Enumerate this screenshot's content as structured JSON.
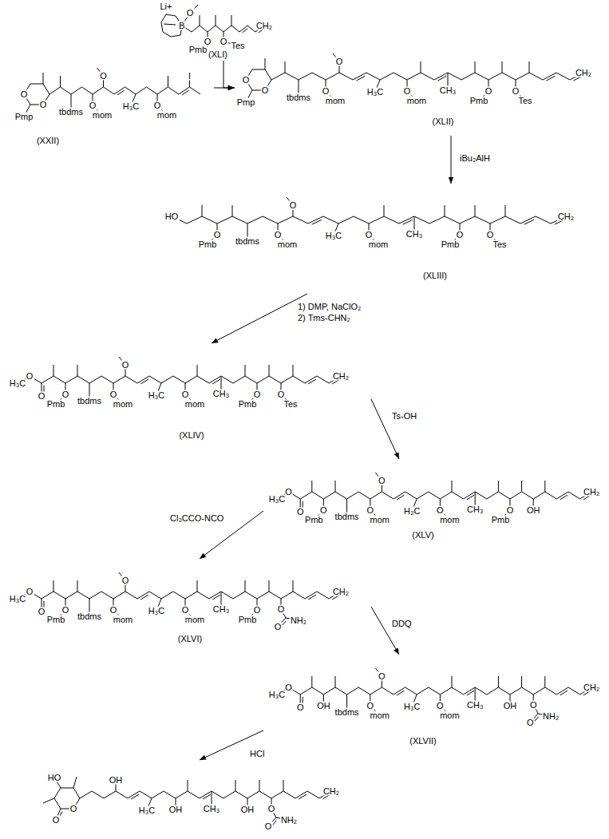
{
  "diagram": {
    "nodes": [
      {
        "text": [
          "O",
          "O",
          "Pmp",
          "tbdms",
          "O",
          "mom",
          "O",
          "H₃C",
          "O",
          "mom",
          "I",
          "(XXII)"
        ]
      },
      {
        "text": [
          "Li+",
          "B",
          "O",
          "O",
          "Pmb",
          "O",
          "Tes",
          "CH₂",
          "(XLI)"
        ]
      },
      {
        "text": [
          "O",
          "O",
          "Pmp",
          "tbdms",
          "O",
          "mom",
          "O",
          "H₃C",
          "O",
          "mom",
          "CH₃",
          "O",
          "Pmb",
          "O",
          "Tes",
          "CH₂",
          "(XLII)"
        ]
      },
      {
        "text": [
          "HO",
          "O",
          "Pmb",
          "tbdms",
          "O",
          "mom",
          "O",
          "H₃C",
          "O",
          "mom",
          "CH₃",
          "O",
          "Pmb",
          "O",
          "Tes",
          "CH₂",
          "(XLIII)"
        ]
      },
      {
        "text": [
          "H₃C",
          "O",
          "O",
          "O",
          "Pmb",
          "tbdms",
          "O",
          "mom",
          "O",
          "H₃C",
          "O",
          "mom",
          "CH₃",
          "O",
          "Pmb",
          "O",
          "Tes",
          "CH₂",
          "(XLIV)"
        ]
      },
      {
        "text": [
          "H₃C",
          "O",
          "O",
          "O",
          "Pmb",
          "tbdms",
          "O",
          "mom",
          "O",
          "H₃C",
          "O",
          "mom",
          "CH₃",
          "O",
          "Pmb",
          "OH",
          "CH₂",
          "(XLV)"
        ]
      },
      {
        "text": [
          "H₃C",
          "O",
          "O",
          "O",
          "Pmb",
          "tbdms",
          "O",
          "mom",
          "O",
          "H₃C",
          "O",
          "mom",
          "CH₃",
          "O",
          "Pmb",
          "O",
          "O",
          "NH₂",
          "CH₂",
          "(XLVI)"
        ]
      },
      {
        "text": [
          "H₃C",
          "O",
          "O",
          "OH",
          "tbdms",
          "O",
          "mom",
          "O",
          "H₃C",
          "O",
          "mom",
          "CH₃",
          "OH",
          "O",
          "O",
          "NH₂",
          "CH₂",
          "(XLVII)"
        ]
      },
      {
        "text": [
          "HO",
          "O",
          "O",
          "OH",
          "H₃C",
          "OH",
          "CH₃",
          "OH",
          "O",
          "O",
          "NH₂",
          "CH₂"
        ]
      }
    ],
    "edges": [
      {
        "from": 0,
        "to": 2,
        "arrow": "to"
      },
      {
        "from": 1,
        "to": 2,
        "arrow": "to"
      },
      {
        "from": 2,
        "to": 3,
        "label": "iBu₂AlH",
        "arrow": "to"
      },
      {
        "from": 3,
        "to": 4,
        "label": "1) DMP, NaClO₂ 2) Tms-CHN₂",
        "arrow": "to"
      },
      {
        "from": 4,
        "to": 5,
        "label": "Ts-OH",
        "arrow": "to"
      },
      {
        "from": 5,
        "to": 6,
        "label": "Cl₃CCO-NCO",
        "arrow": "to"
      },
      {
        "from": 6,
        "to": 7,
        "label": "DDQ",
        "arrow": "to"
      },
      {
        "from": 7,
        "to": 8,
        "label": "HCl",
        "arrow": "to"
      }
    ]
  }
}
